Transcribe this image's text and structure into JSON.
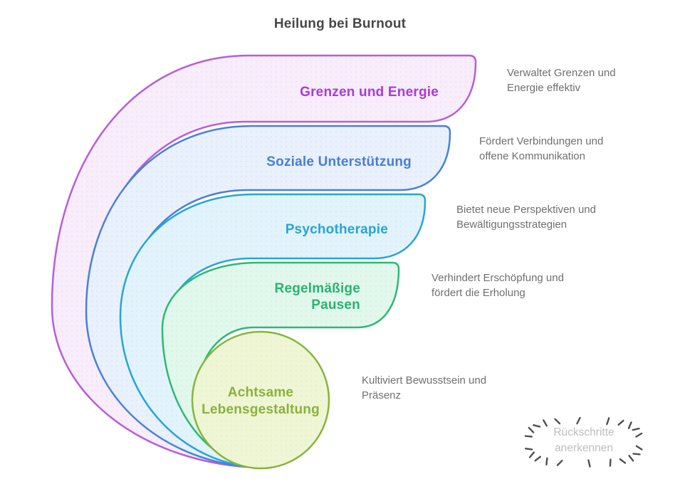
{
  "title": "Heilung bei Burnout",
  "layers": [
    {
      "label_line1": "Grenzen und Energie",
      "label_line2": "",
      "text_color": "#a93bd4",
      "stroke": "#b55fd9",
      "fill": "#f8edfb",
      "annotation": [
        "Verwaltet Grenzen und",
        "Energie effektiv"
      ]
    },
    {
      "label_line1": "Soziale Unterstützung",
      "label_line2": "",
      "text_color": "#4a7dd6",
      "stroke": "#4a80d8",
      "fill": "#e9f1fc",
      "annotation": [
        "Fördert Verbindungen und",
        "offene Kommunikation"
      ]
    },
    {
      "label_line1": "Psychotherapie",
      "label_line2": "",
      "text_color": "#27a5d6",
      "stroke": "#27a5d6",
      "fill": "#e3f3fb",
      "annotation": [
        "Bietet neue Perspektiven und",
        "Bewältigungsstrategien"
      ]
    },
    {
      "label_line1": "Regelmäßige",
      "label_line2": "Pausen",
      "text_color": "#2bb271",
      "stroke": "#2eb875",
      "fill": "#e2f8ec",
      "annotation": [
        "Verhindert Erschöpfung und",
        "fördert die Erholung"
      ]
    },
    {
      "label_line1": "Achtsame",
      "label_line2": "Lebensgestaltung",
      "text_color": "#8ab23d",
      "stroke": "#85b53c",
      "fill": "#eff6d5",
      "annotation": [
        "Kultiviert Bewusstsein und",
        "Präsenz"
      ]
    }
  ],
  "burst": {
    "line1": "Rückschritte",
    "line2": "anerkennen"
  },
  "colors": {
    "title": "#474747",
    "annotation": "#6f6f6f",
    "burst_text": "#bdbdbd",
    "burst_dash": "#4f4f4f",
    "background": "#ffffff"
  }
}
